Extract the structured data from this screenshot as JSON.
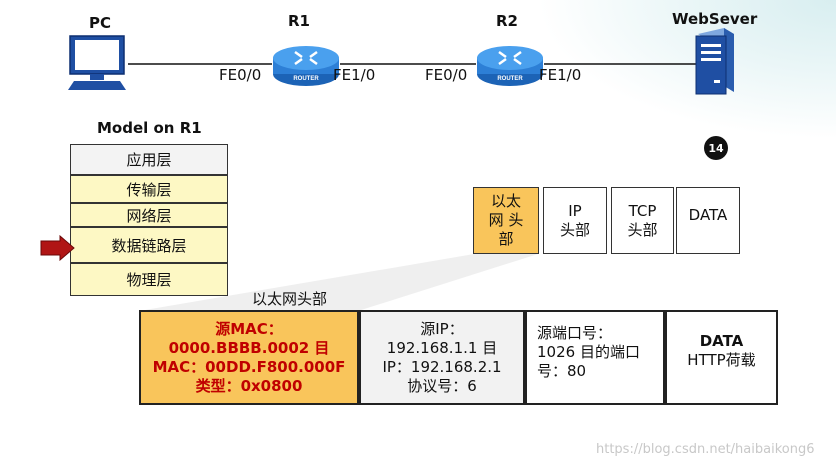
{
  "nodes": {
    "pc": "PC",
    "r1": "R1",
    "r2": "R2",
    "server": "WebSever"
  },
  "ports": {
    "r1_left": "FE0/0",
    "r1_right": "FE1/0",
    "r2_left": "FE0/0",
    "r2_right": "FE1/0"
  },
  "router_icon_text": "ROUTER",
  "model": {
    "title": "Model on R1",
    "layers": [
      "应用层",
      "传输层",
      "网络层",
      "数据链路层",
      "物理层"
    ],
    "current_layer": "数据链路层"
  },
  "step_badge": "14",
  "packet_header": {
    "eth": [
      "以太",
      "网 头",
      "部"
    ],
    "ip": [
      "IP",
      "头部"
    ],
    "tcp": [
      "TCP",
      "头部"
    ],
    "data": "DATA"
  },
  "detail": {
    "title": "以太网头部",
    "eth": [
      "源MAC：",
      "0000.BBBB.0002 目",
      "MAC：00DD.F800.000F",
      "类型：0x0800"
    ],
    "ip": [
      "源IP：",
      "192.168.1.1 目",
      "IP：192.168.2.1",
      "协议号：6"
    ],
    "tcp": [
      "源端口号：",
      "1026 目的端口",
      "号：80"
    ],
    "data": [
      "DATA",
      "HTTP荷载"
    ]
  },
  "colors": {
    "eth_highlight": "#f9c55b",
    "router_blue": "#2d7fd6",
    "arrow_red": "#b01515",
    "mac_text_red": "#c00000"
  },
  "watermark": "https://blog.csdn.net/haibaikong6"
}
